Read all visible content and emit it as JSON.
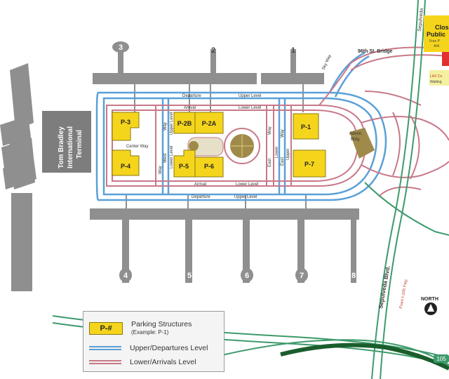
{
  "terminal_name_lines": [
    "Tom Bradley",
    "International",
    "Terminal"
  ],
  "terminals_top": [
    "3",
    "2",
    "1"
  ],
  "terminals_bottom": [
    "4",
    "5",
    "6",
    "7",
    "8"
  ],
  "parking": [
    "P-3",
    "P-4",
    "P-2B",
    "P-2A",
    "P-5",
    "P-6",
    "P-1",
    "P-7"
  ],
  "road_labels": {
    "departure_top": "Departure",
    "upper_top": "Upper Level",
    "arrival_top": "Arrival",
    "lower_top": "Lower Level",
    "arrival_bottom": "Arrival",
    "lower_bottom": "Lower Level",
    "departure_bottom": "Departure",
    "upper_bottom": "Upper Level",
    "center_way": "Center Way",
    "way": "Way",
    "west": "West",
    "upper_level": "Upper Level",
    "lower_level": "Lower Level",
    "east": "East",
    "lower": "Lower",
    "upper": "Upper",
    "sky_way": "Sky Way",
    "bridge": "96th St. Bridge",
    "sepulveda_top": "Sepulveda",
    "sepulveda_blvd": "Sepulveda Blvd.",
    "from_105": "From I-105 Fwy.",
    "hwy_105": "105",
    "admin_lines": [
      "Admin.",
      "Bldg."
    ]
  },
  "north_label": "NORTH",
  "corner": {
    "line1": "Clos",
    "line2": "Public",
    "line3": "Free P",
    "line4": "Airli",
    "lax_line1": "LAX Ce",
    "lax_line2": "Waiting"
  },
  "legend": {
    "parking_swatch": "P-#",
    "parking_label": "Parking Structures",
    "parking_example": "(Example: P-1)",
    "upper_label": "Upper/Departures Level",
    "lower_label": "Lower/Arrivals Level"
  },
  "colors": {
    "parking": "#f5d51c",
    "upper_level": "#5aa0d8",
    "lower_level": "#c87888",
    "green_road": "#3d9a6b",
    "terminal": "#8f8f8f"
  }
}
